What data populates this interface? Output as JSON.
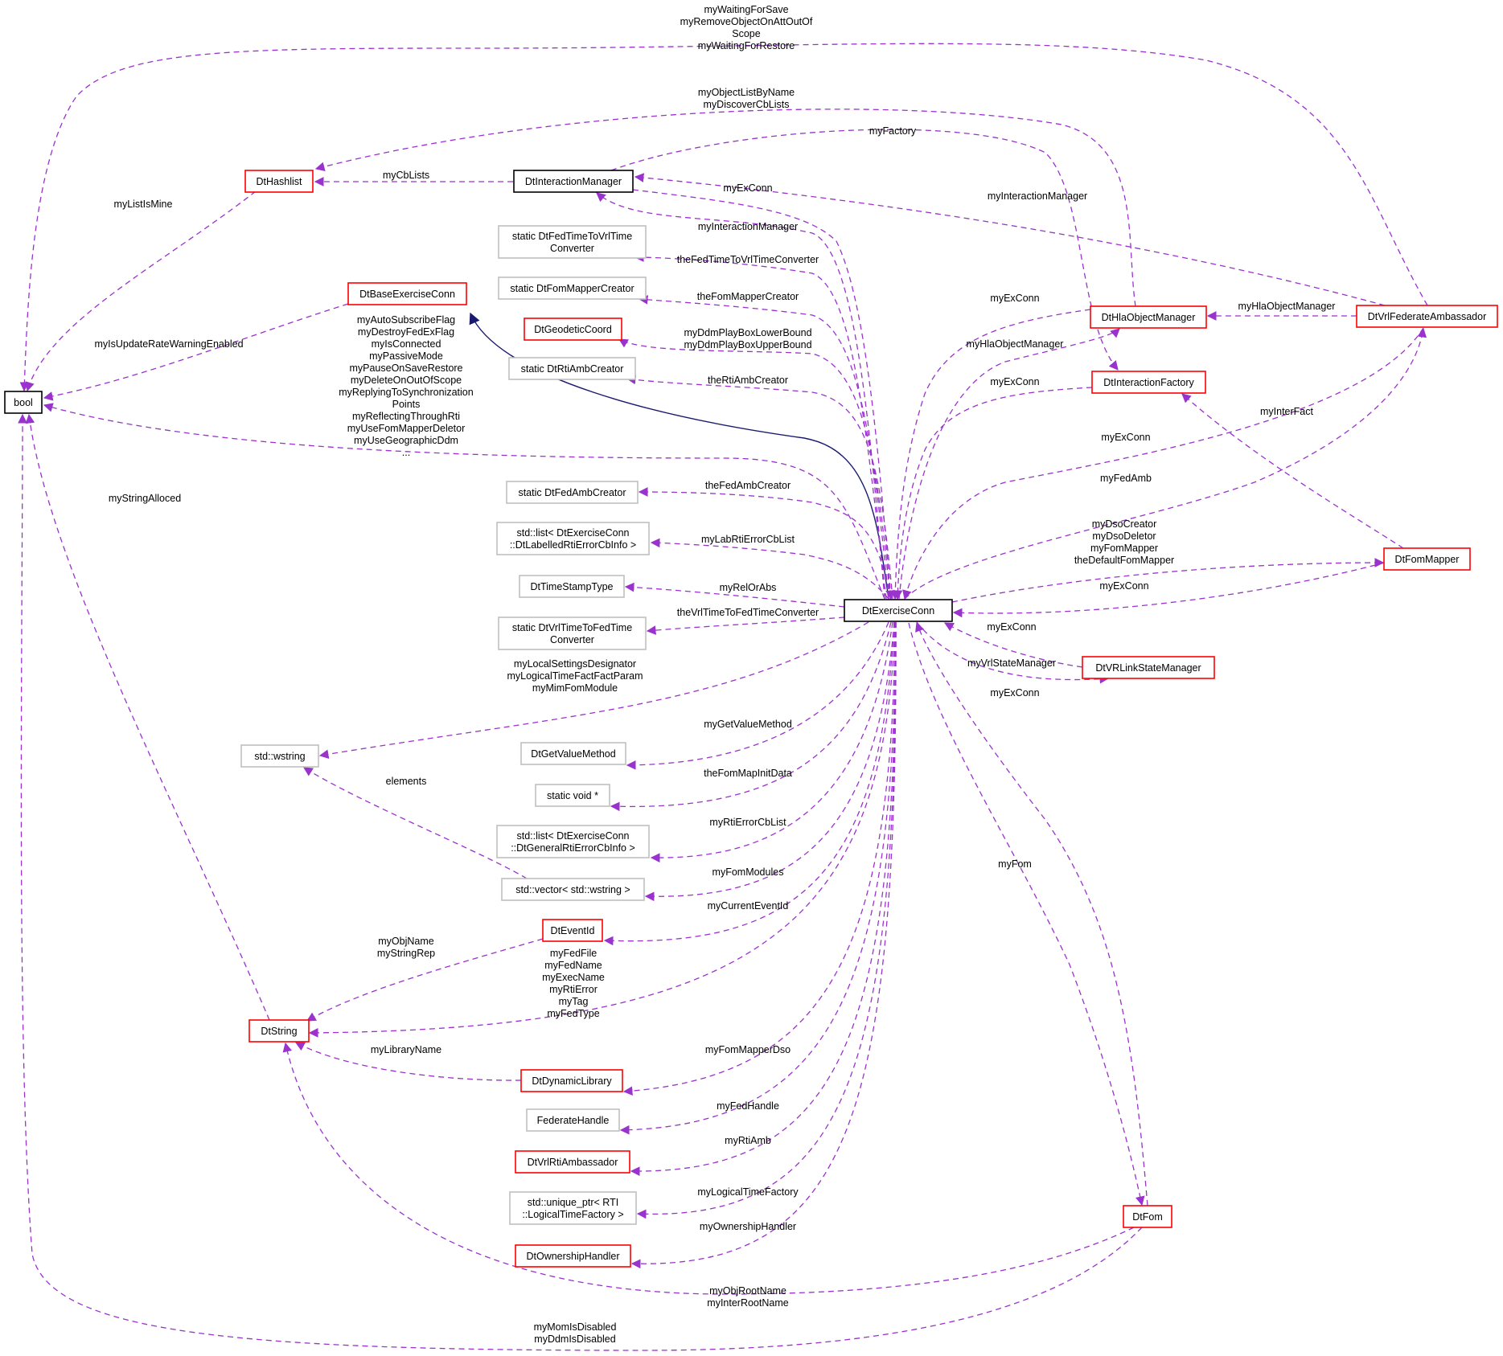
{
  "colors": {
    "usage_edge": "#9a32cd",
    "inheritance_edge": "#191970",
    "node_incomplete_border": "#ff0000",
    "node_complete_border": "#000000",
    "node_external_border": "#bfbfbf",
    "focus_fill": "#bfbfbf"
  },
  "nodes": [
    {
      "id": "bool",
      "lines": [
        "bool"
      ],
      "style": "complete"
    },
    {
      "id": "hashlist",
      "lines": [
        "DtHashlist"
      ],
      "style": "incomplete"
    },
    {
      "id": "interactionManager",
      "lines": [
        "DtInteractionManager"
      ],
      "style": "focus"
    },
    {
      "id": "fedTimeToVrl",
      "lines": [
        "static DtFedTimeToVrlTime",
        "Converter"
      ],
      "style": "external"
    },
    {
      "id": "fomMapperCreator",
      "lines": [
        "static DtFomMapperCreator"
      ],
      "style": "external"
    },
    {
      "id": "geodeticCoord",
      "lines": [
        "DtGeodeticCoord"
      ],
      "style": "incomplete"
    },
    {
      "id": "rtiAmbCreator",
      "lines": [
        "static DtRtiAmbCreator"
      ],
      "style": "external"
    },
    {
      "id": "baseExerciseConn",
      "lines": [
        "DtBaseExerciseConn"
      ],
      "style": "incomplete"
    },
    {
      "id": "fedAmbCreator",
      "lines": [
        "static DtFedAmbCreator"
      ],
      "style": "external"
    },
    {
      "id": "labList",
      "lines": [
        "std::list< DtExerciseConn",
        "::DtLabelledRtiErrorCbInfo >"
      ],
      "style": "external"
    },
    {
      "id": "timeStampType",
      "lines": [
        "DtTimeStampType"
      ],
      "style": "external"
    },
    {
      "id": "vrlToFedTime",
      "lines": [
        "static DtVrlTimeToFedTime",
        "Converter"
      ],
      "style": "external"
    },
    {
      "id": "wstring",
      "lines": [
        "std::wstring"
      ],
      "style": "external"
    },
    {
      "id": "getValueMethod",
      "lines": [
        "DtGetValueMethod"
      ],
      "style": "external"
    },
    {
      "id": "staticVoid",
      "lines": [
        "static void *"
      ],
      "style": "external"
    },
    {
      "id": "genList",
      "lines": [
        "std::list< DtExerciseConn",
        "::DtGeneralRtiErrorCbInfo >"
      ],
      "style": "external"
    },
    {
      "id": "wstringVector",
      "lines": [
        "std::vector< std::wstring >"
      ],
      "style": "external"
    },
    {
      "id": "eventId",
      "lines": [
        "DtEventId"
      ],
      "style": "incomplete"
    },
    {
      "id": "dtString",
      "lines": [
        "DtString"
      ],
      "style": "incomplete"
    },
    {
      "id": "dynamicLibrary",
      "lines": [
        "DtDynamicLibrary"
      ],
      "style": "incomplete"
    },
    {
      "id": "federateHandle",
      "lines": [
        "FederateHandle"
      ],
      "style": "external"
    },
    {
      "id": "vrlRtiAmbassador",
      "lines": [
        "DtVrlRtiAmbassador"
      ],
      "style": "incomplete"
    },
    {
      "id": "uniquePtr",
      "lines": [
        "std::unique_ptr< RTI",
        "::LogicalTimeFactory >"
      ],
      "style": "external"
    },
    {
      "id": "ownershipHandler",
      "lines": [
        "DtOwnershipHandler"
      ],
      "style": "incomplete"
    },
    {
      "id": "exerciseConn",
      "lines": [
        "DtExerciseConn"
      ],
      "style": "complete"
    },
    {
      "id": "hlaObjectManager",
      "lines": [
        "DtHlaObjectManager"
      ],
      "style": "incomplete"
    },
    {
      "id": "interactionFactory",
      "lines": [
        "DtInteractionFactory"
      ],
      "style": "incomplete"
    },
    {
      "id": "vrlFederateAmbassador",
      "lines": [
        "DtVrlFederateAmbassador"
      ],
      "style": "incomplete"
    },
    {
      "id": "fomMapper",
      "lines": [
        "DtFomMapper"
      ],
      "style": "incomplete"
    },
    {
      "id": "vrLinkStateManager",
      "lines": [
        "DtVRLinkStateManager"
      ],
      "style": "incomplete"
    },
    {
      "id": "dtFom",
      "lines": [
        "DtFom"
      ],
      "style": "incomplete"
    }
  ],
  "edges": [
    {
      "id": "hashlist-to-bool",
      "labels": [
        "myListIsMine"
      ]
    },
    {
      "id": "im-to-hashlist",
      "labels": [
        "myCbLists"
      ]
    },
    {
      "id": "hlaom-to-hashlist",
      "labels": [
        "myObjectListByName",
        "myDiscoverCbLists"
      ]
    },
    {
      "id": "vfa-to-bool",
      "labels": [
        "myWaitingForSave",
        "myRemoveObjectOnAttOutOf",
        "Scope",
        "myWaitingForRestore"
      ]
    },
    {
      "id": "vfa-to-im",
      "labels": [
        "myInteractionManager"
      ]
    },
    {
      "id": "im-to-if",
      "labels": [
        "myFactory"
      ]
    },
    {
      "id": "im-to-ec",
      "labels": [
        "myExConn"
      ]
    },
    {
      "id": "ec-to-im",
      "labels": [
        "myInteractionManager"
      ]
    },
    {
      "id": "ec-to-fedTimeToVrl",
      "labels": [
        "theFedTimeToVrlTimeConverter"
      ]
    },
    {
      "id": "ec-to-fomMapperCreator",
      "labels": [
        "theFomMapperCreator"
      ]
    },
    {
      "id": "ec-to-geodetic",
      "labels": [
        "myDdmPlayBoxLowerBound",
        "myDdmPlayBoxUpperBound"
      ]
    },
    {
      "id": "ec-to-rtiAmbCreator",
      "labels": [
        "theRtiAmbCreator"
      ]
    },
    {
      "id": "bec-to-bool",
      "labels": [
        "myIsUpdateRateWarningEnabled"
      ]
    },
    {
      "id": "ec-to-bool",
      "labels": [
        "myAutoSubscribeFlag",
        "myDestroyFedExFlag",
        "myIsConnected",
        "myPassiveMode",
        "myPauseOnSaveRestore",
        "myDeleteOnOutOfScope",
        "myReplyingToSynchronization",
        "Points",
        "myReflectingThroughRti",
        "myUseFomMapperDeletor",
        "myUseGeographicDdm",
        "..."
      ]
    },
    {
      "id": "ec-to-fedAmbCreator",
      "labels": [
        "theFedAmbCreator"
      ]
    },
    {
      "id": "ec-to-labList",
      "labels": [
        "myLabRtiErrorCbList"
      ]
    },
    {
      "id": "ec-to-timeStamp",
      "labels": [
        "myRelOrAbs"
      ]
    },
    {
      "id": "ec-to-vrlToFed",
      "labels": [
        "theVrlTimeToFedTimeConverter"
      ]
    },
    {
      "id": "ec-to-wstring",
      "labels": [
        "myLocalSettingsDesignator",
        "myLogicalTimeFactFactParam",
        "myMimFomModule"
      ]
    },
    {
      "id": "ec-to-getValue",
      "labels": [
        "myGetValueMethod"
      ]
    },
    {
      "id": "ec-to-staticVoid",
      "labels": [
        "theFomMapInitData"
      ]
    },
    {
      "id": "ec-to-genList",
      "labels": [
        "myRtiErrorCbList"
      ]
    },
    {
      "id": "vector-to-wstring",
      "labels": [
        "elements"
      ]
    },
    {
      "id": "ec-to-vector",
      "labels": [
        "myFomModules"
      ]
    },
    {
      "id": "ec-to-eventId",
      "labels": [
        "myCurrentEventId"
      ]
    },
    {
      "id": "eventId-to-string",
      "labels": [
        "myObjName",
        "myStringRep"
      ]
    },
    {
      "id": "ec-to-string",
      "labels": [
        "myFedFile",
        "myFedName",
        "myExecName",
        "myRtiError",
        "myTag",
        "myFedType"
      ]
    },
    {
      "id": "dynlib-to-string",
      "labels": [
        "myLibraryName"
      ]
    },
    {
      "id": "string-to-bool",
      "labels": [
        "myStringAlloced"
      ]
    },
    {
      "id": "ec-to-dynlib",
      "labels": [
        "myFomMapperDso"
      ]
    },
    {
      "id": "ec-to-fedHandle",
      "labels": [
        "myFedHandle"
      ]
    },
    {
      "id": "ec-to-rtiAmb",
      "labels": [
        "myRtiAmb"
      ]
    },
    {
      "id": "ec-to-uniquePtr",
      "labels": [
        "myLogicalTimeFactory"
      ]
    },
    {
      "id": "ec-to-ownership",
      "labels": [
        "myOwnershipHandler"
      ]
    },
    {
      "id": "hlaom-to-ec",
      "labels": [
        "myExConn"
      ]
    },
    {
      "id": "ec-to-hlaom",
      "labels": [
        "myHlaObjectManager"
      ]
    },
    {
      "id": "if-to-ec",
      "labels": [
        "myExConn"
      ]
    },
    {
      "id": "vfa-to-hlaom",
      "labels": [
        "myHlaObjectManager"
      ]
    },
    {
      "id": "vfa-to-ec",
      "labels": [
        "myExConn"
      ]
    },
    {
      "id": "ec-to-vfa",
      "labels": [
        "myFedAmb"
      ]
    },
    {
      "id": "fm-to-if",
      "labels": [
        "myInterFact"
      ]
    },
    {
      "id": "ec-to-fm",
      "labels": [
        "myDsoCreator",
        "myDsoDeletor",
        "myFomMapper",
        "theDefaultFomMapper"
      ]
    },
    {
      "id": "fm-to-ec",
      "labels": [
        "myExConn"
      ]
    },
    {
      "id": "vsm-to-ec",
      "labels": [
        "myExConn"
      ]
    },
    {
      "id": "ec-to-vsm",
      "labels": [
        "myVrlStateManager"
      ]
    },
    {
      "id": "fom-to-ec",
      "labels": [
        "myExConn"
      ]
    },
    {
      "id": "ec-to-fom",
      "labels": [
        "myFom"
      ]
    },
    {
      "id": "fom-to-string",
      "labels": [
        "myObjRootName",
        "myInterRootName"
      ]
    },
    {
      "id": "fom-to-bool",
      "labels": [
        "myMomIsDisabled",
        "myDdmIsDisabled"
      ]
    }
  ]
}
